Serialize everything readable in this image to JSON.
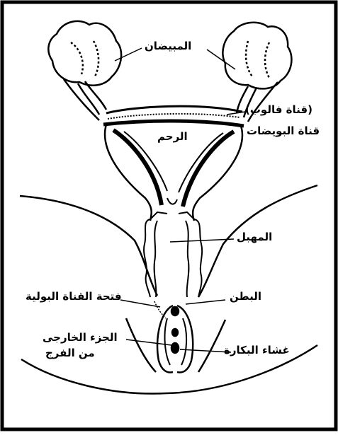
{
  "labels": {
    "ovaries": "المبيضان",
    "fallopian": "(قناة فالوب)",
    "oviducts": "قناة البويضات",
    "uterus": "الرحم",
    "vagina": "المهبل",
    "abdomen": "البطن",
    "urethral_opening": "فتحة القناة البولية",
    "external_part_1": "الجزء الخارجى",
    "external_part_2": "من الفرج",
    "hymen": "غشاء البكارة"
  }
}
